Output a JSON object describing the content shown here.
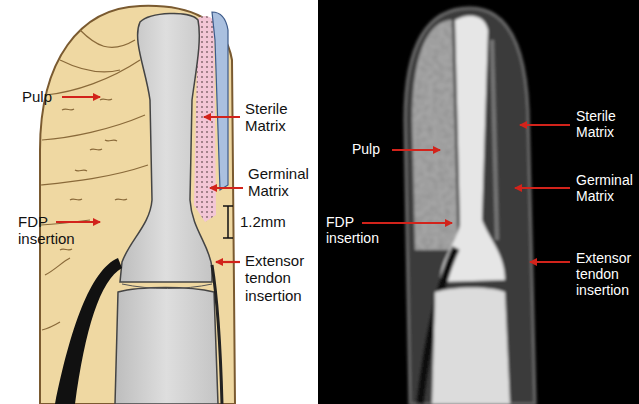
{
  "diagram": {
    "labels": [
      "Pulp",
      "Sterile Matrix",
      "Germinal Matrix",
      "FDP insertion",
      "1.2mm",
      "Extensor tendon insertion",
      "Pulp",
      "Sterile Matrix",
      "Germinal Matrix",
      "FDP insertion",
      "Extensor tendon insertion"
    ]
  }
}
